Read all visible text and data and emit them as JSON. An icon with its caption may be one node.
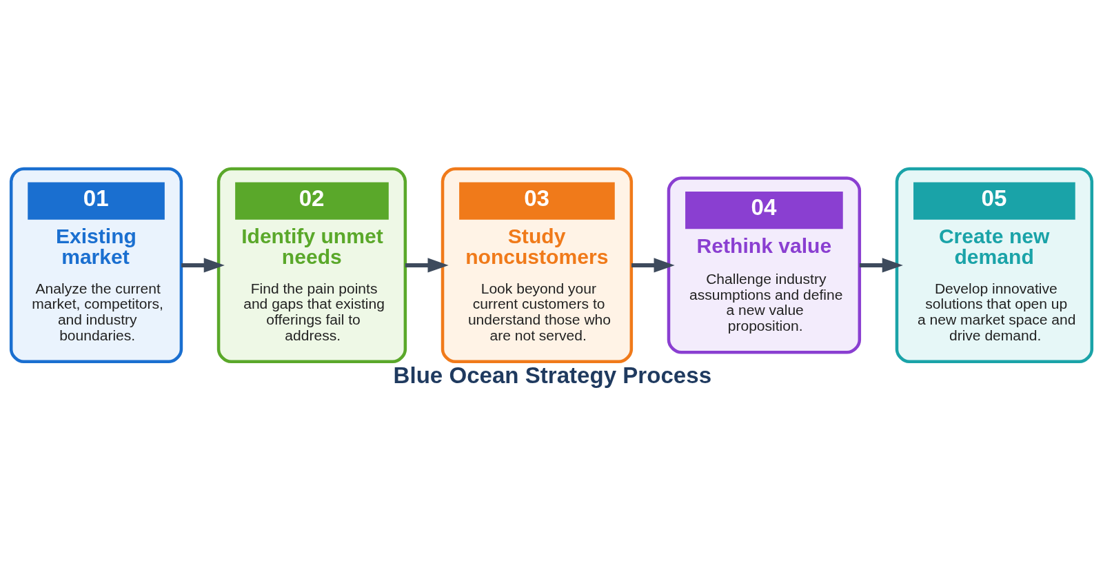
{
  "diagram": {
    "caption": "Blue Ocean Strategy Process",
    "nodes": [
      {
        "text": [
          "01",
          "Existing market",
          "Analyze the current market, competitors, and industry boundaries."
        ]
      },
      {
        "text": [
          "02",
          "Identify unmet needs",
          "Find the pain points and gaps that existing offerings fail to address."
        ]
      },
      {
        "text": [
          "03",
          "Study noncustomers",
          "Look beyond your current customers to understand those who are not served."
        ]
      },
      {
        "text": [
          "04",
          "Rethink value",
          "Challenge industry assumptions and define a new value proposition."
        ]
      },
      {
        "text": [
          "05",
          "Create new demand",
          "Develop innovative solutions that open up a new market space and drive demand."
        ]
      }
    ],
    "edges": [
      {
        "from": 0,
        "to": 1,
        "arrow": "to"
      },
      {
        "from": 1,
        "to": 2,
        "arrow": "to"
      },
      {
        "from": 2,
        "to": 3,
        "arrow": "to"
      },
      {
        "from": 3,
        "to": 4,
        "arrow": "to"
      }
    ]
  }
}
